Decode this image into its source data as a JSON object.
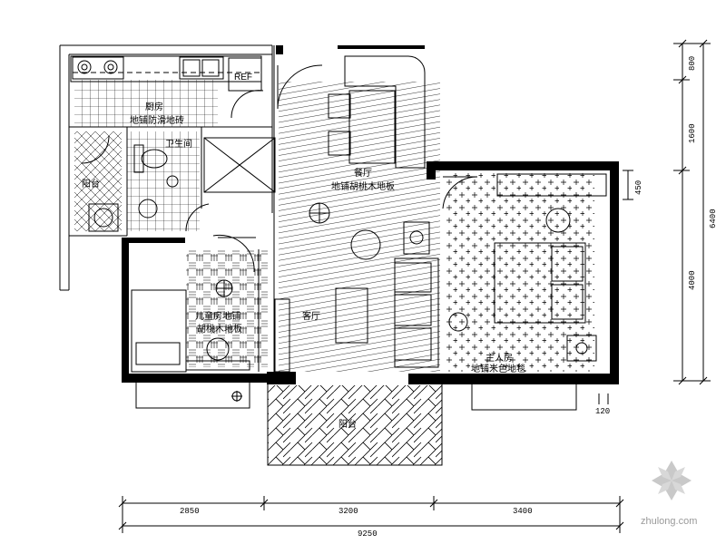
{
  "rooms": {
    "kitchen": "厨房",
    "kitchen_floor": "地铺防滑地砖",
    "bathroom": "卫生间",
    "balcony_small": "阳台",
    "dining": "餐厅",
    "dining_floor": "地铺胡桃木地板",
    "child": "儿童房地铺",
    "child_floor": "胡桃木地板",
    "living": "客厅",
    "master": "主人房",
    "master_floor": "地铺米色地毯",
    "balcony_main": "阳台",
    "fridge": "REF"
  },
  "dimensions": {
    "bottom": [
      "2850",
      "3200",
      "3400"
    ],
    "bottom_total": "9250",
    "right": [
      "800",
      "1600",
      "4000"
    ],
    "right_total": "6400",
    "side_450": "450",
    "side_120": "120"
  },
  "watermark": "zhulong.com"
}
